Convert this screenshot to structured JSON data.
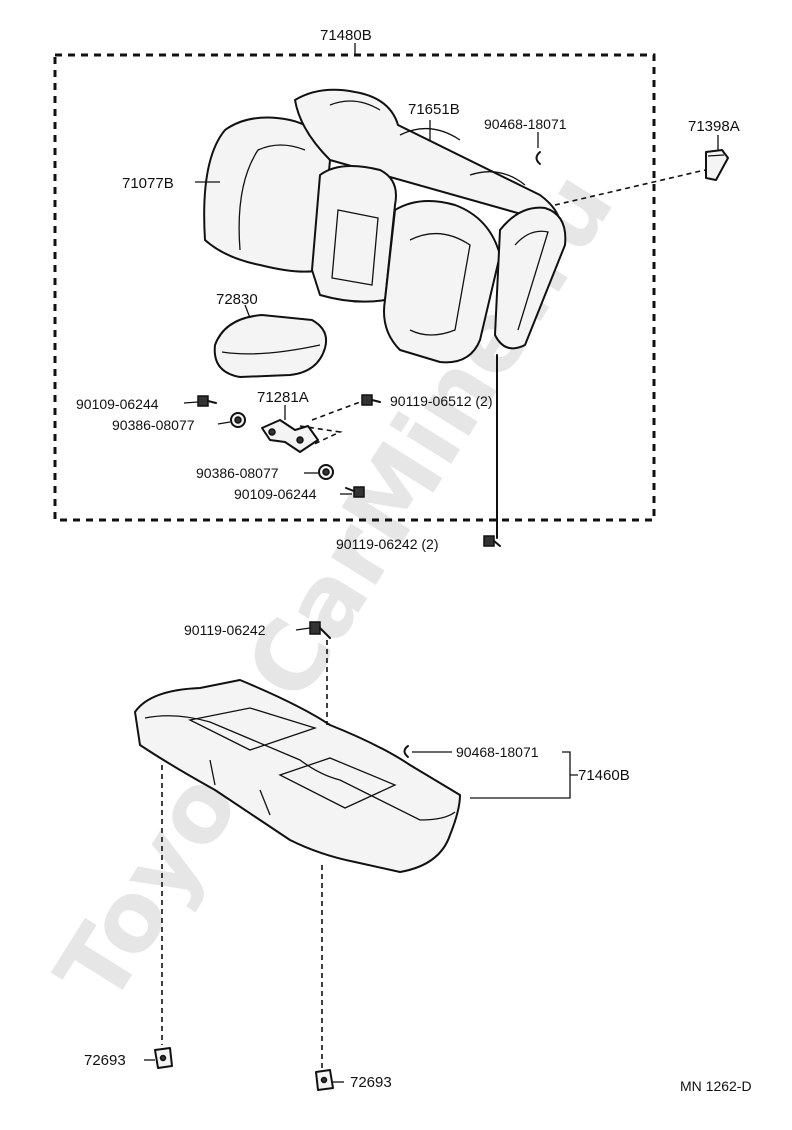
{
  "watermark": "ToyotaCarMine.ru",
  "labels": {
    "seatback_assy": "71480B",
    "seatback_cover": "71651B",
    "clip_upper": "90468-18071",
    "hook": "71398A",
    "seatback_pad": "71077B",
    "armrest": "72830",
    "bolt_left": "90109-06244",
    "nut_left": "90386-08077",
    "hinge": "71281A",
    "bolt_hinge": "90119-06512 (2)",
    "nut_lower": "90386-08077",
    "bolt_lower": "90109-06244",
    "bolt_frame": "90119-06242 (2)",
    "bolt_cushion": "90119-06242",
    "clip_cushion": "90468-18071",
    "cushion_assy": "71460B",
    "hook_left": "72693",
    "hook_right": "72693",
    "diagram_code": "MN 1262-D"
  }
}
